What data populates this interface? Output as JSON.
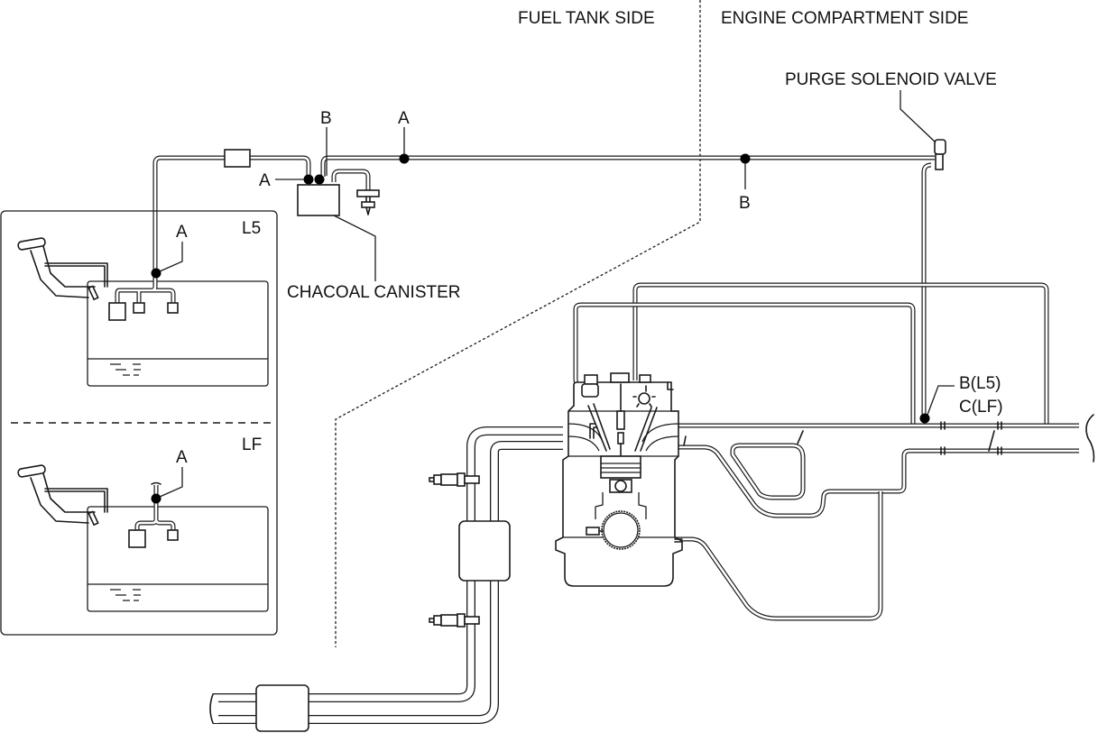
{
  "diagram": {
    "title": "Evaporative emission control system layout",
    "regions": {
      "fuel_tank_side": "FUEL TANK SIDE",
      "engine_compartment_side": "ENGINE COMPARTMENT SIDE"
    },
    "components": {
      "purge_solenoid_valve": "PURGE SOLENOID VALVE",
      "charcoal_canister": "CHACOAL CANISTER"
    },
    "variants": {
      "l5": "L5",
      "lf": "LF"
    },
    "connection_points": {
      "a": "A",
      "b": "B",
      "b_l5": "B(L5)",
      "c_lf": "C(LF)"
    }
  }
}
